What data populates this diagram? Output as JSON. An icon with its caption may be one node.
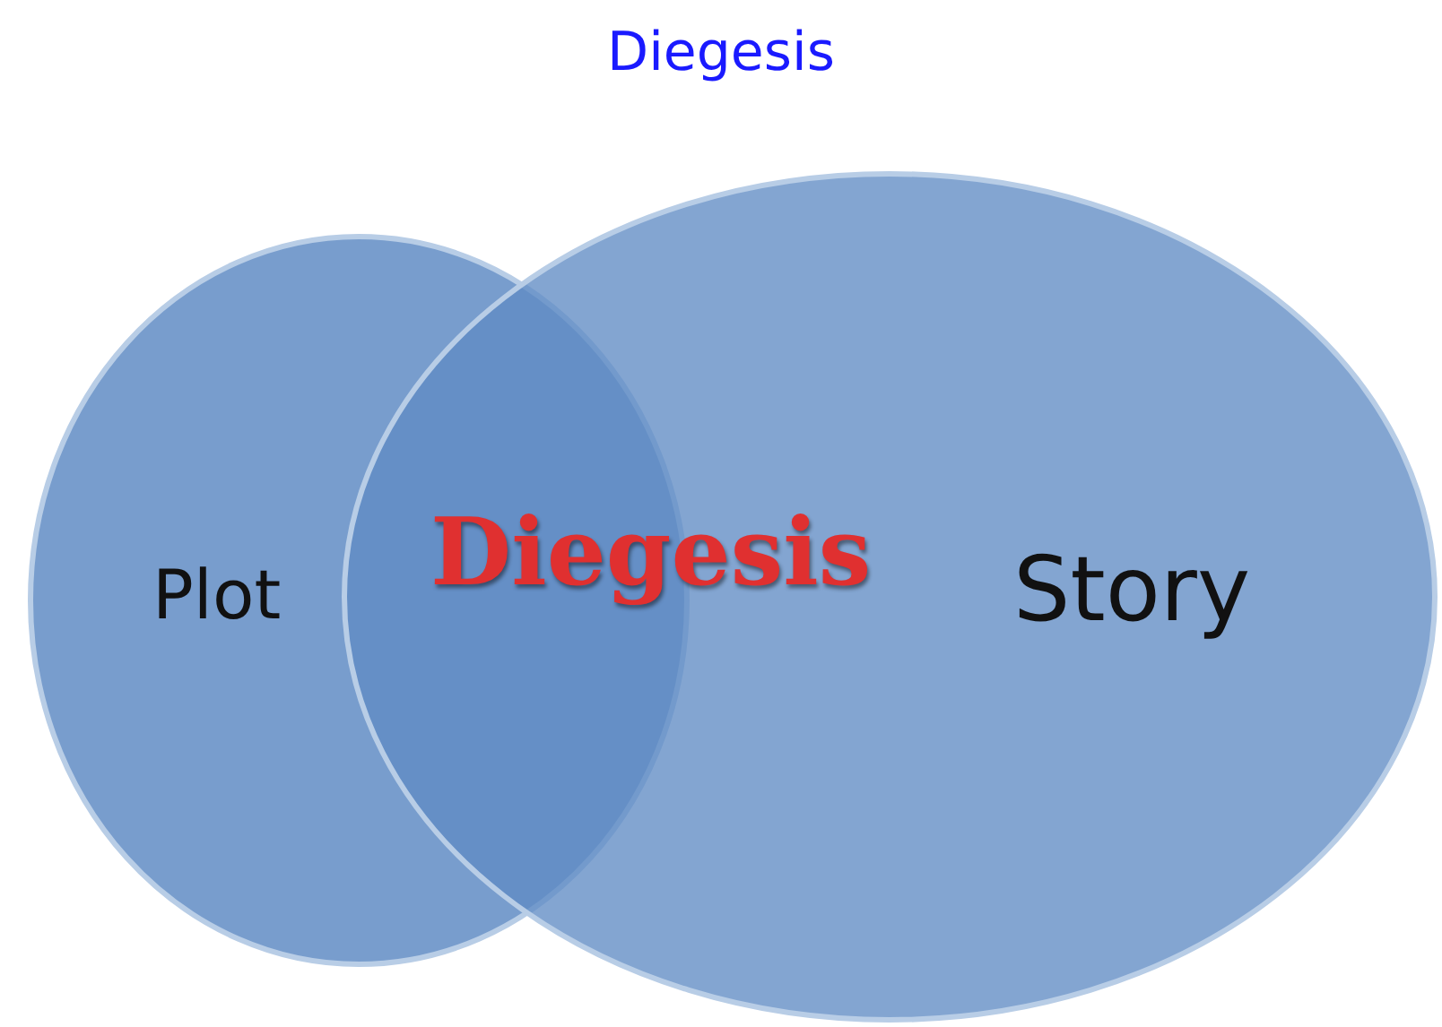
{
  "diagram": {
    "title": "Diegesis",
    "nodes": [
      {
        "text": [
          "Plot"
        ]
      },
      {
        "text": [
          "Story"
        ]
      }
    ],
    "edges": [],
    "labels": [
      "Diegesis"
    ]
  }
}
